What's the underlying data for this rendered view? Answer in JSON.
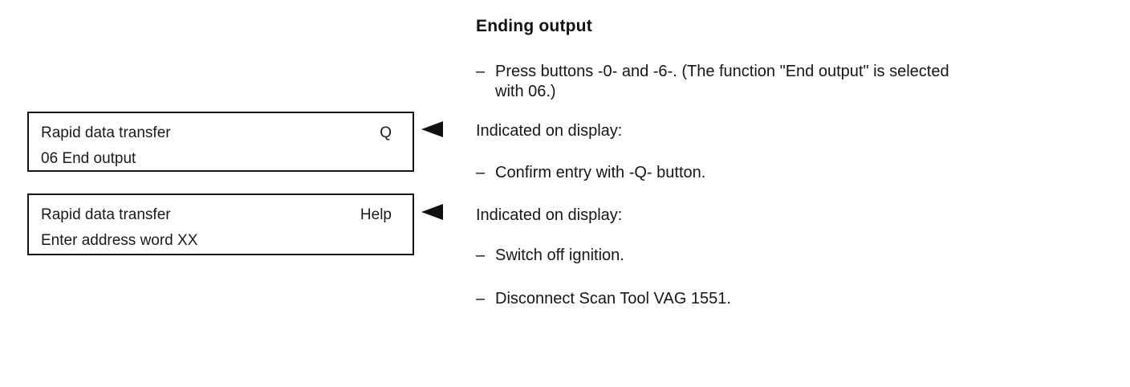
{
  "colors": {
    "ink": "#161616",
    "paper": "#ffffff"
  },
  "heading": "Ending output",
  "dash": "–",
  "displays": [
    {
      "title": "Rapid data transfer",
      "key": "Q",
      "line2": "06 End output"
    },
    {
      "title": "Rapid data transfer",
      "key": "Help",
      "line2": "Enter address word XX"
    }
  ],
  "steps": {
    "press": "Press buttons -0- and -6-. (The function \"End output\" is selected\nwith 06.)",
    "indicated_1": "Indicated on display:",
    "confirm": "Confirm entry with -Q- button.",
    "indicated_2": "Indicated on display:",
    "switch_off": "Switch off ignition.",
    "disconnect": "Disconnect Scan Tool VAG 1551."
  }
}
